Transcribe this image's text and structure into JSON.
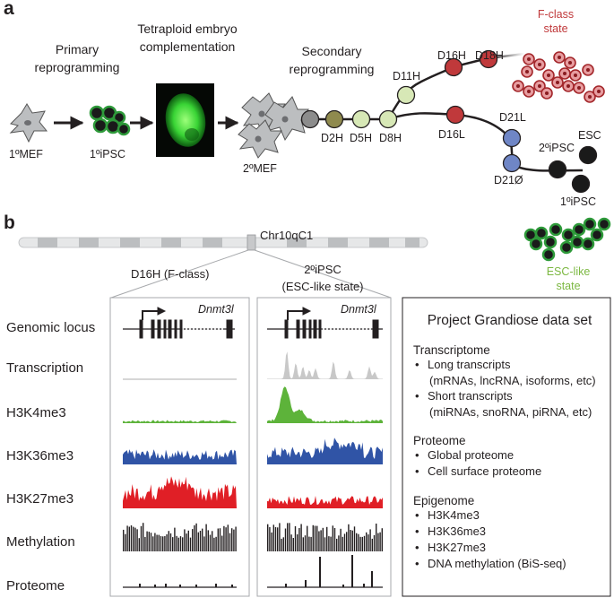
{
  "panel_a": {
    "label": "a",
    "primary_reprogramming": [
      "Primary",
      "reprogramming"
    ],
    "tetraploid": [
      "Tetraploid embryo",
      "complementation"
    ],
    "secondary_reprogramming": [
      "Secondary",
      "reprogramming"
    ],
    "mef1": "1ºMEF",
    "ipsc1": "1ºiPSC",
    "mef2": "2ºMEF",
    "timepoints": [
      "D2H",
      "D5H",
      "D8H",
      "D11H",
      "D16H",
      "D18H",
      "D16L",
      "D21L",
      "D21Ø"
    ],
    "fclass_state": [
      "F-class",
      "state"
    ],
    "ipsc2": "2ºiPSC",
    "esc": "ESC",
    "ipsc1_end": "1ºiPSC",
    "esclike_state": [
      "ESC-like",
      "state"
    ],
    "colors": {
      "fclass": "#c0393b",
      "esclike": "#7cb842",
      "green_cell": "#2e9a3a",
      "light_node": "#d7e8b6",
      "olive_node": "#8f8a4e",
      "grey_node": "#8c8c8c",
      "blue_node": "#6f86c6"
    }
  },
  "panel_b": {
    "label": "b",
    "chromosome": "Chr10qC1",
    "col1_label": "D16H (F-class)",
    "col2_label": [
      "2ºiPSC",
      "(ESC-like state)"
    ],
    "gene": "Dnmt3l",
    "tracks": [
      "Genomic locus",
      "Transcription",
      "H3K4me3",
      "H3K36me3",
      "H3K27me3",
      "Methylation",
      "Proteome"
    ],
    "track_colors": {
      "transcription": "#c8c8c8",
      "h3k4me3": "#5db33a",
      "h3k36me3": "#3054a6",
      "h3k27me3": "#e01f26",
      "methylation": "#231f20",
      "proteome": "#231f20"
    }
  },
  "dataset": {
    "title": "Project Grandiose data set",
    "sections": [
      {
        "heading": "Transcriptome",
        "items": [
          {
            "text": "Long transcripts",
            "sub": "(mRNAs, lncRNA, isoforms, etc)"
          },
          {
            "text": "Short transcripts",
            "sub": "(miRNAs, snoRNA, piRNA, etc)"
          }
        ]
      },
      {
        "heading": "Proteome",
        "items": [
          {
            "text": "Global proteome",
            "sub": ""
          },
          {
            "text": "Cell surface proteome",
            "sub": ""
          }
        ]
      },
      {
        "heading": "Epigenome",
        "items": [
          {
            "text": "H3K4me3",
            "sub": ""
          },
          {
            "text": "H3K36me3",
            "sub": ""
          },
          {
            "text": "H3K27me3",
            "sub": ""
          },
          {
            "text": "DNA methylation (BiS-seq)",
            "sub": ""
          }
        ]
      }
    ]
  }
}
